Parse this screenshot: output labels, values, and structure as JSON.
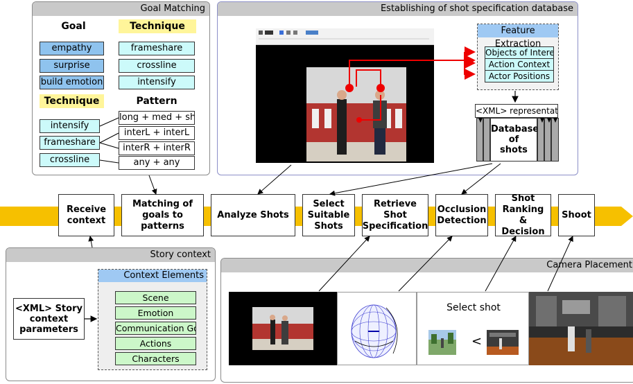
{
  "colors": {
    "pipeline": "#f6c000",
    "goal_cell": "#8fc3ee",
    "technique_cell": "#ccfafa",
    "header_hl": "#fff59a",
    "context_el": "#ccf7c9",
    "feature_head": "#9fc9f3",
    "arrow_red": "#ee0000"
  },
  "goal_matching": {
    "title": "Goal Matching",
    "goal_header": "Goal",
    "technique_header": "Technique",
    "goal_rows": [
      {
        "goal": "empathy",
        "technique": "frameshare"
      },
      {
        "goal": "surprise",
        "technique": "crossline"
      },
      {
        "goal": "build emotion",
        "technique": "intensify"
      }
    ],
    "technique_header2": "Technique",
    "pattern_header": "Pattern",
    "techniques": [
      "intensify",
      "frameshare",
      "crossline"
    ],
    "patterns": [
      "long + med + short",
      "interL + interL",
      "interR + interR",
      "any + any"
    ]
  },
  "shot_db": {
    "title": "Establishing of shot specification database",
    "feature_extraction": {
      "title": "Feature Extraction",
      "items": [
        "Objects of Interest",
        "Action Context",
        "Actor Positions"
      ]
    },
    "xml_repr": "<XML> representation",
    "database": {
      "line1": "Database",
      "line2": "of",
      "line3": "shots"
    }
  },
  "pipeline": {
    "steps": [
      "Receive context",
      "Matching of goals to patterns",
      "Analyze Shots",
      "Select Suitable Shots",
      "Retrieve Shot Specification",
      "Occlusion Detection",
      "Shot Ranking & Decision",
      "Shoot"
    ]
  },
  "story_context": {
    "title": "Story context",
    "xml_params": "<XML> Story context parameters",
    "elements_title": "Context Elements",
    "elements": [
      "Scene",
      "Emotion",
      "Communication Goals",
      "Actions",
      "Characters"
    ]
  },
  "camera_placement": {
    "title": "Camera Placement",
    "select_shot": "Select shot",
    "less_than": "<"
  }
}
